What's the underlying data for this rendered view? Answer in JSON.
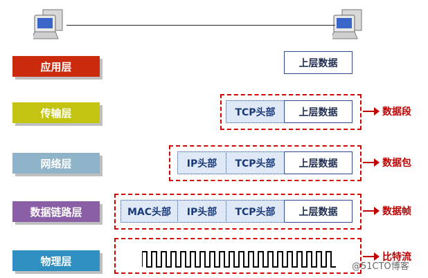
{
  "layers": [
    {
      "label": "应用层",
      "color": "#cc2a0c"
    },
    {
      "label": "传输层",
      "color": "#c3c411"
    },
    {
      "label": "网络层",
      "color": "#8fb3c8"
    },
    {
      "label": "数据链路层",
      "color": "#8b5fa5"
    },
    {
      "label": "物理层",
      "color": "#2e8fc0"
    }
  ],
  "cells": {
    "app_data": "上层数据",
    "tcp_header": "TCP头部",
    "ip_header": "IP头部",
    "mac_header": "MAC头部",
    "upper_data": "上层数据"
  },
  "tags": {
    "segment": "数据段",
    "packet": "数据包",
    "frame": "数据帧",
    "bitstream": "比特流"
  },
  "watermark": "@51CTO博客"
}
